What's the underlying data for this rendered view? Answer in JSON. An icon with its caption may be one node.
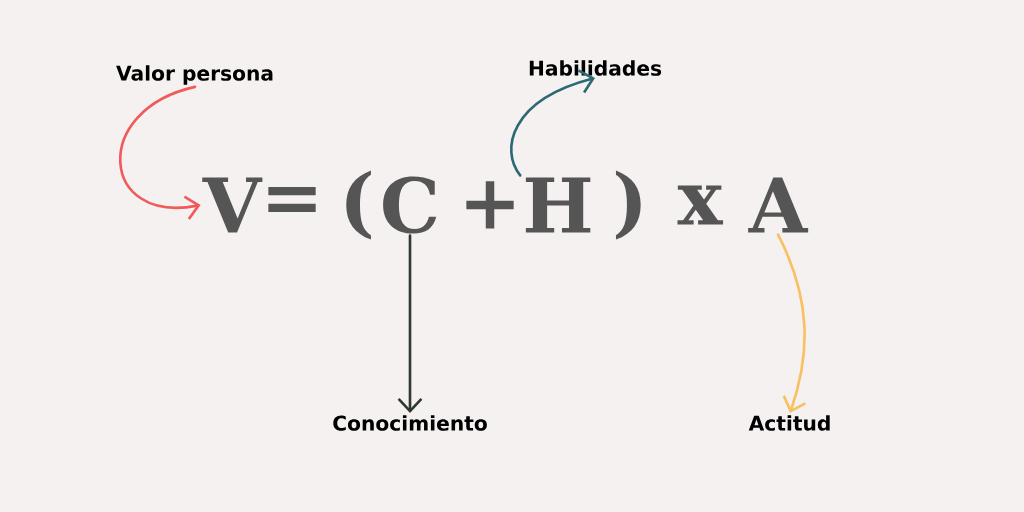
{
  "diagram": {
    "nodes": [
      {
        "text": [
          "Valor persona"
        ]
      },
      {
        "text": [
          "V"
        ]
      },
      {
        "text": [
          "Habilidades"
        ]
      },
      {
        "text": [
          "H"
        ]
      },
      {
        "text": [
          "Conocimiento"
        ]
      },
      {
        "text": [
          "C"
        ]
      },
      {
        "text": [
          "Actitud"
        ]
      },
      {
        "text": [
          "A"
        ]
      }
    ],
    "edges": [
      {
        "from": 0,
        "to": 1,
        "arrow": "to",
        "color": "#f05a5a"
      },
      {
        "from": 3,
        "to": 2,
        "arrow": "to",
        "color": "#2b6a75"
      },
      {
        "from": 5,
        "to": 4,
        "arrow": "to",
        "color": "#2f3a2f"
      },
      {
        "from": 7,
        "to": 6,
        "arrow": "to",
        "color": "#f7c162"
      }
    ],
    "labels": [
      "=",
      "(",
      "+",
      ")",
      "x"
    ]
  }
}
